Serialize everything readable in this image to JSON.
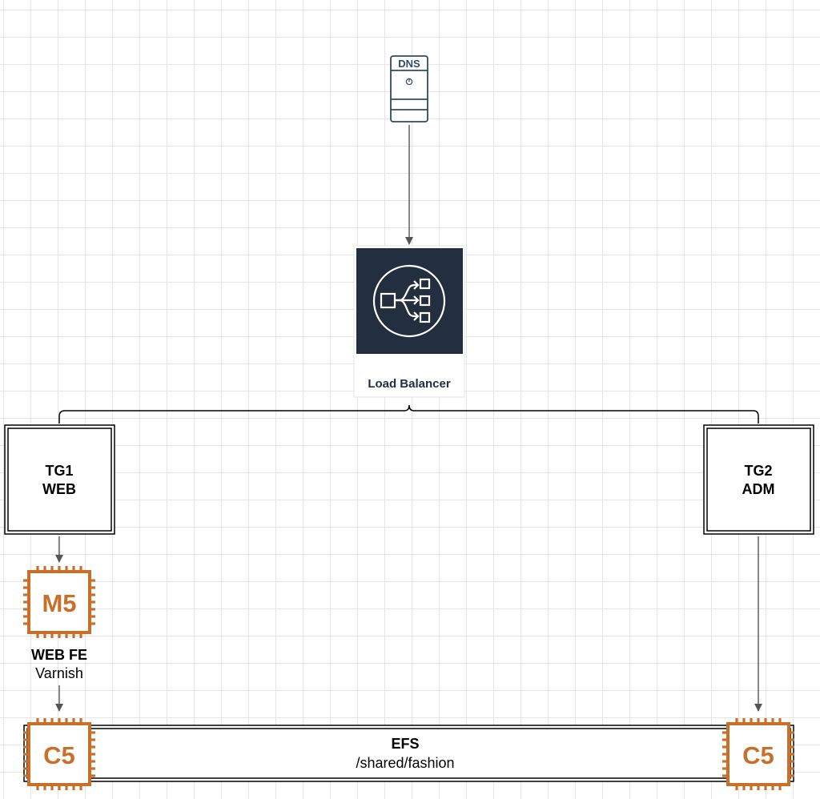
{
  "nodes": {
    "dns": {
      "label": "DNS"
    },
    "load_balancer": {
      "label": "Load Balancer"
    },
    "tg1": {
      "line1": "TG1",
      "line2": "WEB"
    },
    "tg2": {
      "line1": "TG2",
      "line2": "ADM"
    },
    "web_fe_instance": {
      "chip": "M5",
      "title": "WEB FE",
      "subtitle": "Varnish"
    },
    "c5_left": {
      "chip": "C5"
    },
    "c5_right": {
      "chip": "C5"
    },
    "efs": {
      "title": "EFS",
      "subtitle": "/shared/fashion"
    }
  },
  "colors": {
    "dns_icon": "#2f4a66",
    "load_balancer_bg": "#232f3e",
    "ec2_orange": "#c8702a",
    "connector": "#555555"
  }
}
